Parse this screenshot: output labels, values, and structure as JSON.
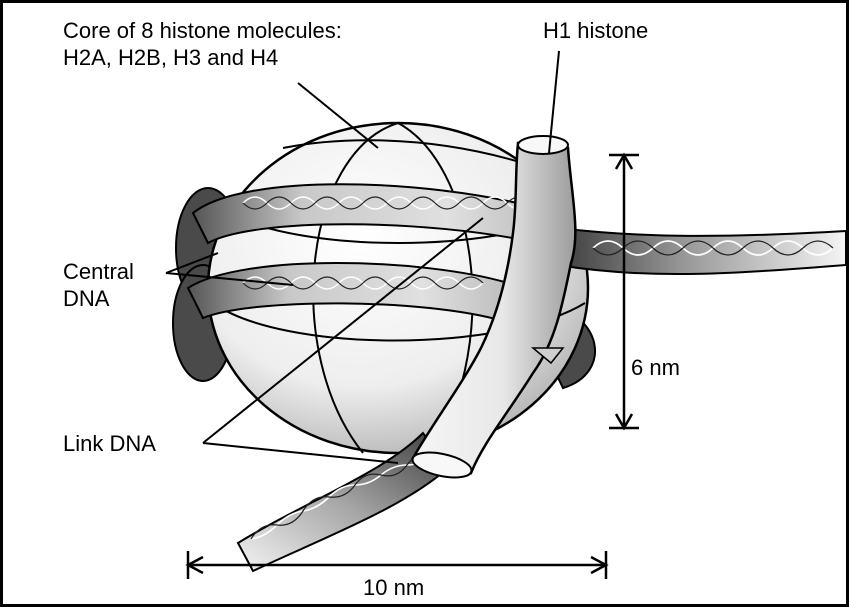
{
  "labels": {
    "core_line1": "Core of 8 histone molecules:",
    "core_line2": "H2A, H2B, H3 and H4",
    "h1": "H1 histone",
    "central_line1": "Central",
    "central_line2": "DNA",
    "link": "Link DNA",
    "height_dim": "6 nm",
    "width_dim": "10 nm"
  },
  "colors": {
    "background": "#ffffff",
    "ink": "#000000",
    "core_fill": "#f2f2f2",
    "dna_dark": "#4a4a4a",
    "dna_light": "#d9d9d9"
  }
}
